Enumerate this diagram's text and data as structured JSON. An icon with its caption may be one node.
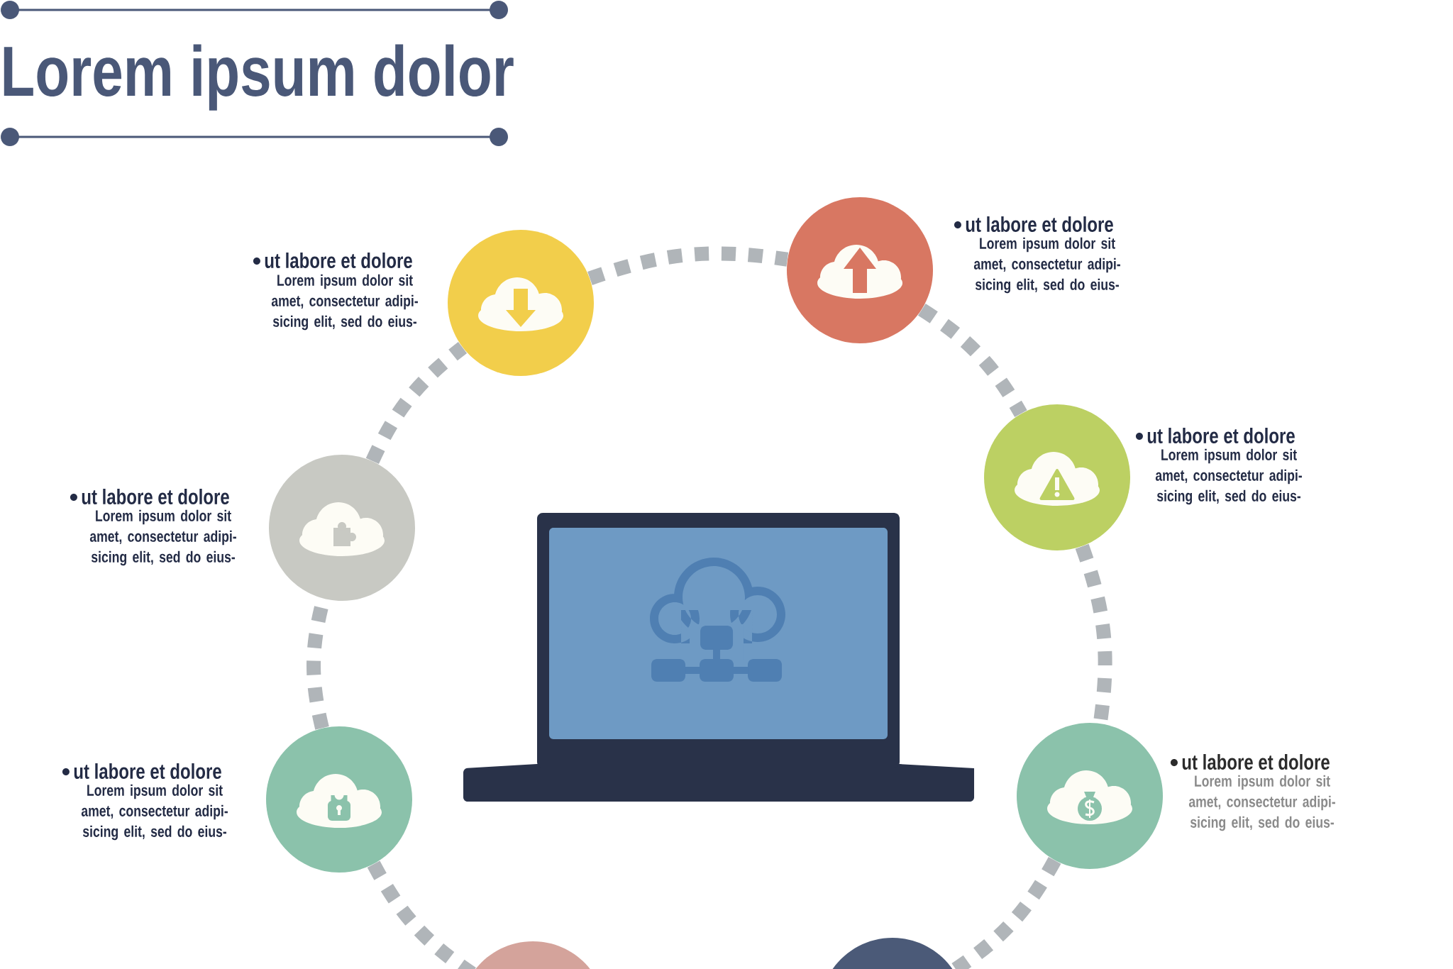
{
  "diagram": {
    "title": "Lorem ipsum dolor",
    "nodes": [
      {
        "text": [],
        "shape": "circle",
        "beside": [
          "ut labore et dolore",
          "Lorem ipsum dolor sit amet, consectetur adipi- sicing elit, sed do eius-"
        ]
      },
      {
        "text": [],
        "shape": "circle",
        "beside": [
          "ut labore et dolore",
          "Lorem ipsum dolor sit amet, consectetur adipi- sicing elit, sed do eius-"
        ]
      },
      {
        "text": [],
        "shape": "circle",
        "beside": [
          "ut labore et dolore",
          "Lorem ipsum dolor sit amet, consectetur adipi- sicing elit, sed do eius-"
        ]
      },
      {
        "text": [],
        "shape": "circle",
        "beside": [
          "ut labore et dolore",
          "Lorem ipsum dolor sit amet, consectetur adipi- sicing elit, sed do eius-"
        ]
      },
      {
        "text": [],
        "shape": "circle",
        "beside": [
          "ut labore et dolore",
          "Lorem ipsum dolor sit amet, consectetur adipi- sicing elit, sed do eius-"
        ]
      },
      {
        "text": [],
        "shape": "circle",
        "beside": [
          "ut labore et dolore",
          "Lorem ipsum dolor sit amet, consectetur adipi- sicing elit, sed do eius-"
        ]
      },
      {
        "text": [],
        "shape": "circle"
      },
      {
        "text": [],
        "shape": "circle"
      }
    ],
    "edges": [
      {
        "from": 6,
        "to": 5,
        "arrow": "none",
        "style": "dashed"
      },
      {
        "from": 5,
        "to": 3,
        "arrow": "none",
        "style": "dashed"
      },
      {
        "from": 3,
        "to": 1,
        "arrow": "none",
        "style": "dashed"
      },
      {
        "from": 1,
        "to": 0,
        "arrow": "none",
        "style": "dashed"
      },
      {
        "from": 0,
        "to": 2,
        "arrow": "none",
        "style": "dashed"
      },
      {
        "from": 2,
        "to": 4,
        "arrow": "none",
        "style": "dashed"
      },
      {
        "from": 4,
        "to": 7,
        "arrow": "none",
        "style": "dashed"
      }
    ]
  }
}
